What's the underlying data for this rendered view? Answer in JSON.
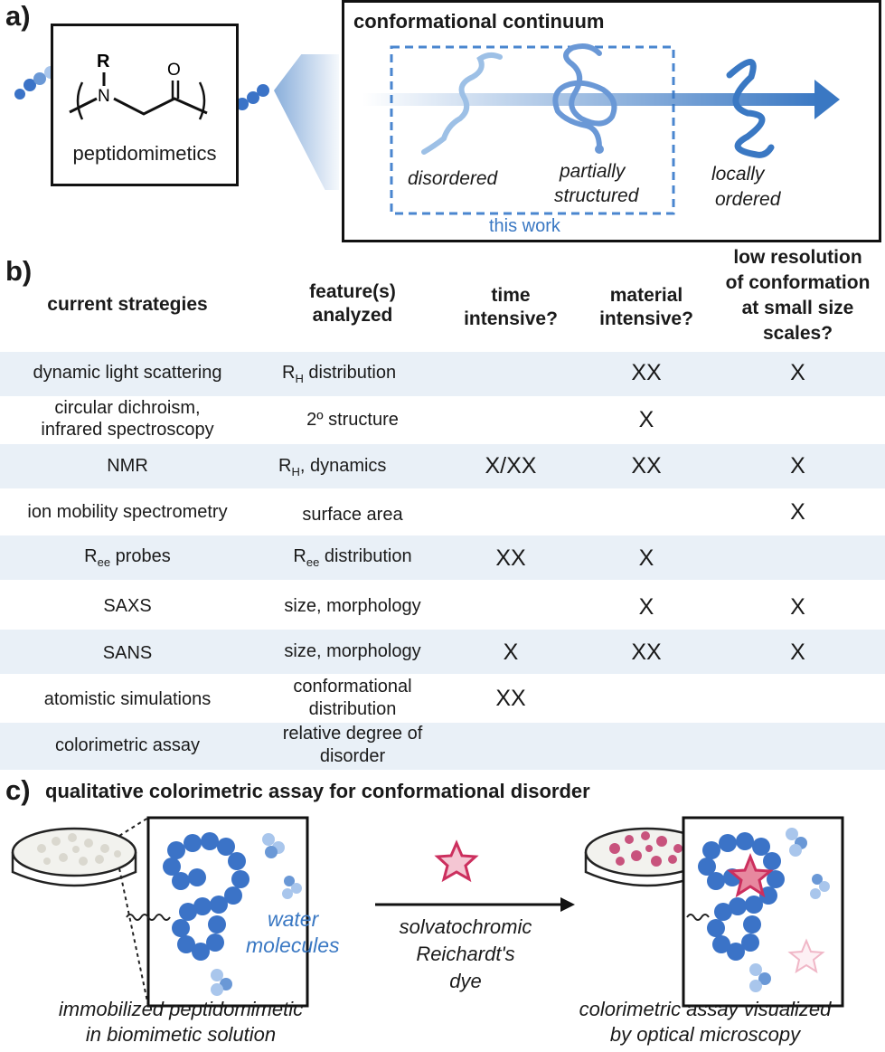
{
  "panel_labels": {
    "a": "a)",
    "b": "b)",
    "c": "c)"
  },
  "panel_a": {
    "molecule_label": "peptidomimetics",
    "atom_R": "R",
    "atom_N": "N",
    "atom_O": "O",
    "continuum_title": "conformational continuum",
    "states": [
      {
        "line1": "disordered",
        "line2": ""
      },
      {
        "line1": "partially",
        "line2": "structured"
      },
      {
        "line1": "locally",
        "line2": "ordered"
      }
    ],
    "this_work": "this work",
    "colors": {
      "accent_blue": "#3a78c3",
      "light_blue": "#9dc0e6",
      "dashed": "#4a86cf"
    }
  },
  "panel_b": {
    "headers": {
      "strategy": "current strategies",
      "feature_1": "feature(s)",
      "feature_2": "analyzed",
      "time_1": "time",
      "time_2": "intensive?",
      "material_1": "material",
      "material_2": "intensive?",
      "lowres_1": "low resolution",
      "lowres_2": "of conformation",
      "lowres_3": "at small size",
      "lowres_4": "scales?"
    },
    "rows": [
      {
        "strategy": [
          "dynamic light scattering"
        ],
        "feature_main": "R",
        "feature_sub": "H",
        "feature_rest": " distribution",
        "time": "",
        "material": "XX",
        "lowres": "X"
      },
      {
        "strategy": [
          "circular dichroism,",
          "infrared spectroscopy"
        ],
        "feature_main": "2º structure",
        "feature_sub": "",
        "feature_rest": "",
        "time": "",
        "material": "X",
        "lowres": ""
      },
      {
        "strategy": [
          "NMR"
        ],
        "feature_main": "R",
        "feature_sub": "H",
        "feature_rest": ", dynamics",
        "time": "X/XX",
        "material": "XX",
        "lowres": "X"
      },
      {
        "strategy": [
          "ion mobility spectrometry"
        ],
        "feature_main": "surface area",
        "feature_sub": "",
        "feature_rest": "",
        "time": "",
        "material": "",
        "lowres": "X"
      },
      {
        "strategy_main": "R",
        "strategy_sub": "ee",
        "strategy_rest": " probes",
        "feature_main": "R",
        "feature_sub": "ee",
        "feature_rest": " distribution",
        "time": "XX",
        "material": "X",
        "lowres": ""
      },
      {
        "strategy": [
          "SAXS"
        ],
        "feature_main": "size, morphology",
        "feature_sub": "",
        "feature_rest": "",
        "time": "",
        "material": "X",
        "lowres": "X"
      },
      {
        "strategy": [
          "SANS"
        ],
        "feature_main": "size, morphology",
        "feature_sub": "",
        "feature_rest": "",
        "time": "X",
        "material": "XX",
        "lowres": "X"
      },
      {
        "strategy": [
          "atomistic simulations"
        ],
        "feature_lines": [
          "conformational",
          "distribution"
        ],
        "time": "XX",
        "material": "",
        "lowres": ""
      },
      {
        "strategy": [
          "colorimetric assay"
        ],
        "feature_lines": [
          "relative degree of",
          "disorder"
        ],
        "time": "",
        "material": "",
        "lowres": ""
      }
    ],
    "colors": {
      "row_stripe": "#e9f0f7"
    }
  },
  "panel_c": {
    "title": "qualitative colorimetric assay for conformational disorder",
    "water_label_1": "water",
    "water_label_2": "molecules",
    "left_caption_1": "immobilized peptidomimetic",
    "left_caption_2": "in biomimetic solution",
    "arrow_label_1": "solvatochromic",
    "arrow_label_2": "Reichardt's",
    "arrow_label_3": "dye",
    "right_caption_1": "colorimetric assay visualized",
    "right_caption_2": "by optical microscopy",
    "colors": {
      "bead_blue": "#3b73c7",
      "water_light": "#a9c6ec",
      "dye_red": "#cc2f5e",
      "dye_fill": "#f4c6d3",
      "dish_pink": "#c8537d"
    }
  }
}
